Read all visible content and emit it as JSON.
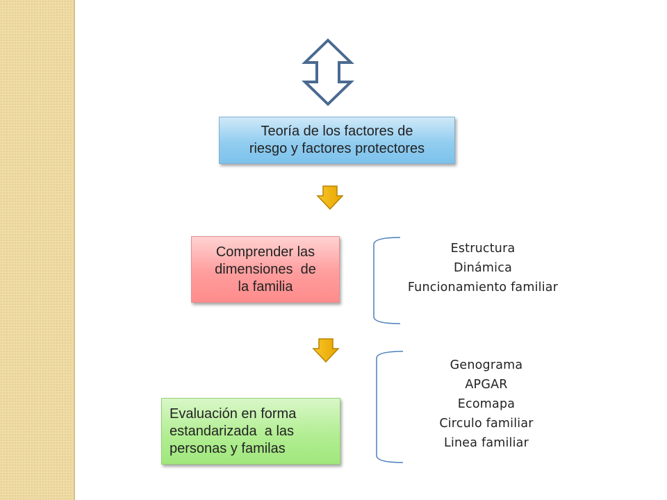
{
  "boxes": {
    "theory": {
      "line1": "Teoría de los factores de",
      "line2": "riesgo y factores protectores"
    },
    "dimensions": {
      "line1": "Comprender las",
      "line2": "dimensiones  de",
      "line3": "la familia"
    },
    "evaluation": {
      "line1": "Evaluación en forma",
      "line2": "estandarizada  a las",
      "line3": "personas y familas"
    }
  },
  "lists": {
    "dimensions": [
      "Estructura",
      "Dinámica",
      "Funcionamiento familiar"
    ],
    "instruments": [
      "Genograma",
      "APGAR",
      "Ecomapa",
      "Circulo familiar",
      "Linea familiar"
    ]
  },
  "icons": {
    "top": "double-vertical-arrow-icon",
    "down1": "down-arrow-icon",
    "down2": "down-arrow-icon",
    "bracket1": "left-bracket-icon",
    "bracket2": "left-bracket-icon"
  },
  "colors": {
    "blue_box": "#92cdf0",
    "red_box": "#ff9d9d",
    "green_box": "#b2ee93",
    "arrow_gold": "#f5b800",
    "bracket_blue": "#4a7ebb",
    "side_strip": "#efdca7"
  }
}
